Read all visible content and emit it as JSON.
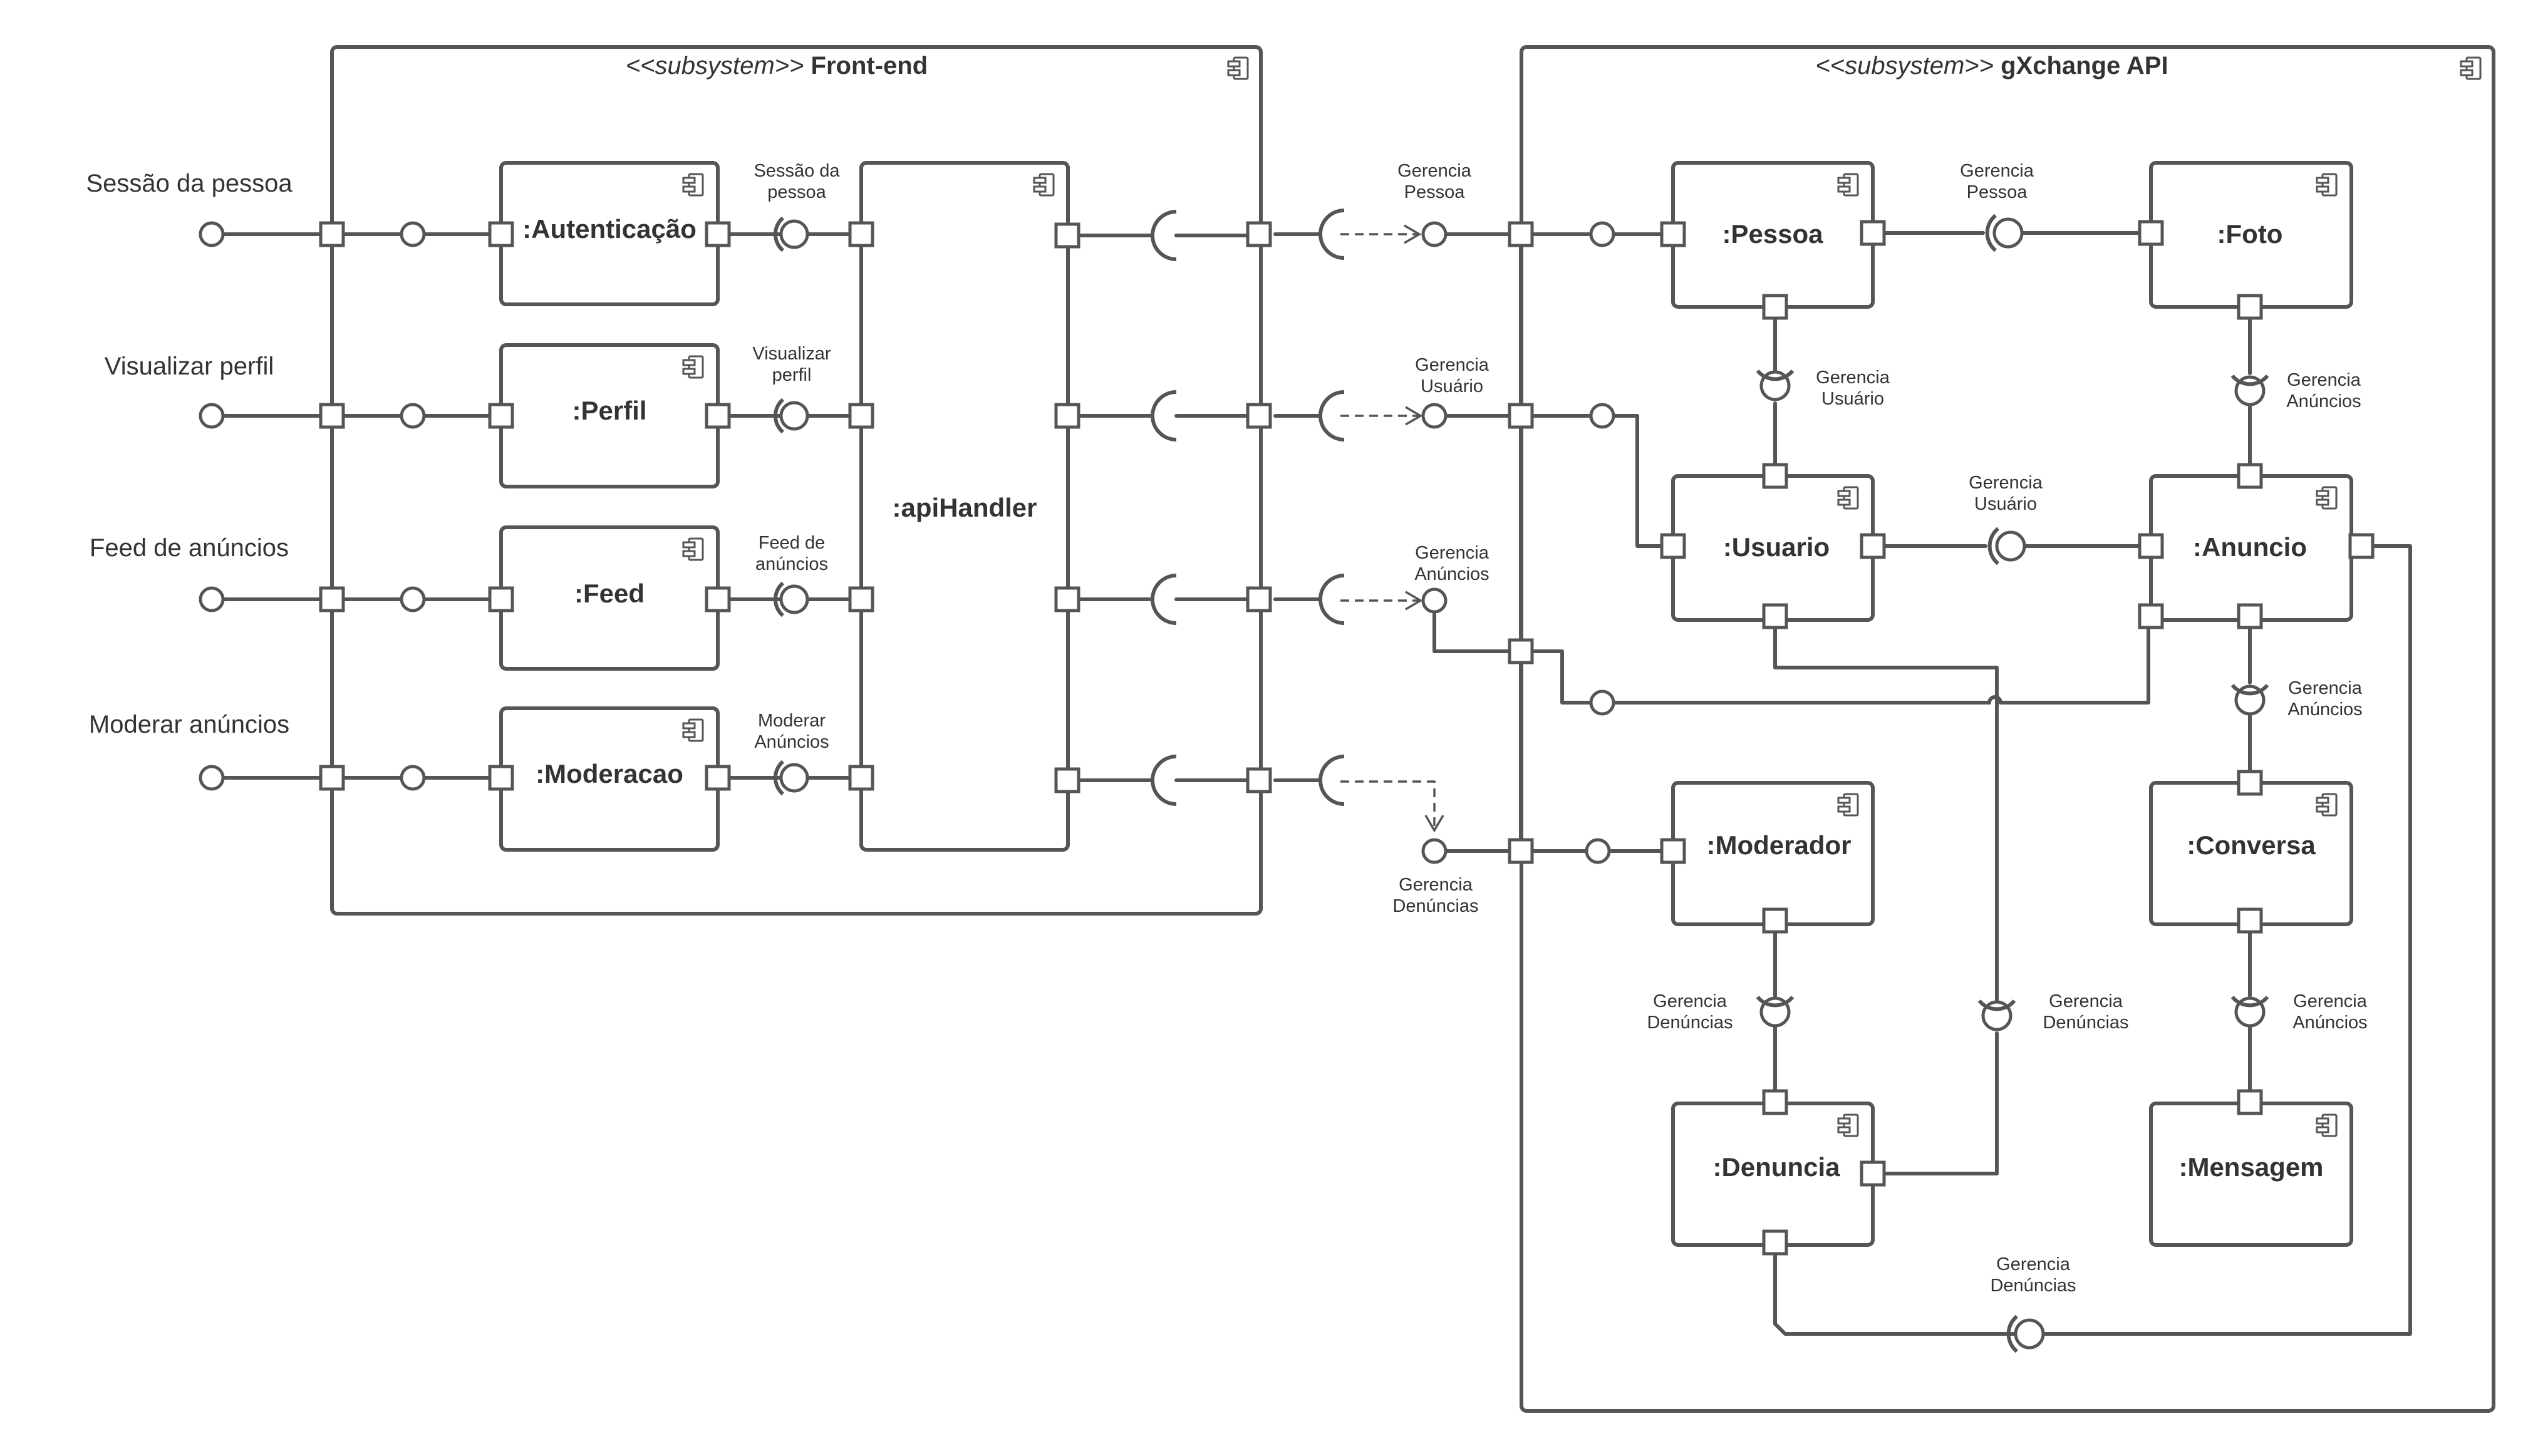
{
  "subsystems": {
    "frontend": {
      "stereotype": "<<subsystem>>",
      "name": "Front-end"
    },
    "api": {
      "stereotype": "<<subsystem>>",
      "name": "gXchange API"
    }
  },
  "external": {
    "sessao": "Sessão da pessoa",
    "visualizar": "Visualizar perfil",
    "feed": "Feed de anúncios",
    "moderar": "Moderar anúncios"
  },
  "components": {
    "autenticacao": ":Autenticação",
    "perfil": ":Perfil",
    "feed": ":Feed",
    "moderacao": ":Moderacao",
    "apihandler": ":apiHandler",
    "pessoa": ":Pessoa",
    "foto": ":Foto",
    "usuario": ":Usuario",
    "anuncio": ":Anuncio",
    "moderador": ":Moderador",
    "conversa": ":Conversa",
    "denuncia": ":Denuncia",
    "mensagem": ":Mensagem"
  },
  "interfaces": {
    "sessao_pessoa": [
      "Sessão da",
      "pessoa"
    ],
    "visualizar_perfil": [
      "Visualizar",
      "perfil"
    ],
    "feed_anuncios": [
      "Feed de",
      "anúncios"
    ],
    "moderar_anuncios": [
      "Moderar",
      "Anúncios"
    ],
    "ext_pessoa": [
      "Gerencia",
      "Pessoa"
    ],
    "ext_usuario": [
      "Gerencia",
      "Usuário"
    ],
    "ext_anuncios": [
      "Gerencia",
      "Anúncios"
    ],
    "ext_denuncias": [
      "Gerencia",
      "Denúncias"
    ],
    "pessoa_foto": [
      "Gerencia",
      "Pessoa"
    ],
    "pessoa_usuario": [
      "Gerencia",
      "Usuário"
    ],
    "foto_anuncio": [
      "Gerencia",
      "Anúncios"
    ],
    "usuario_anuncio": [
      "Gerencia",
      "Usuário"
    ],
    "anuncio_conversa": [
      "Gerencia",
      "Anúncios"
    ],
    "moderador_denuncia": [
      "Gerencia",
      "Denúncias"
    ],
    "usuario_denuncia": [
      "Gerencia",
      "Denúncias"
    ],
    "conversa_mensagem": [
      "Gerencia",
      "Anúncios"
    ],
    "denuncia_anuncio": [
      "Gerencia",
      "Denúncias"
    ]
  }
}
